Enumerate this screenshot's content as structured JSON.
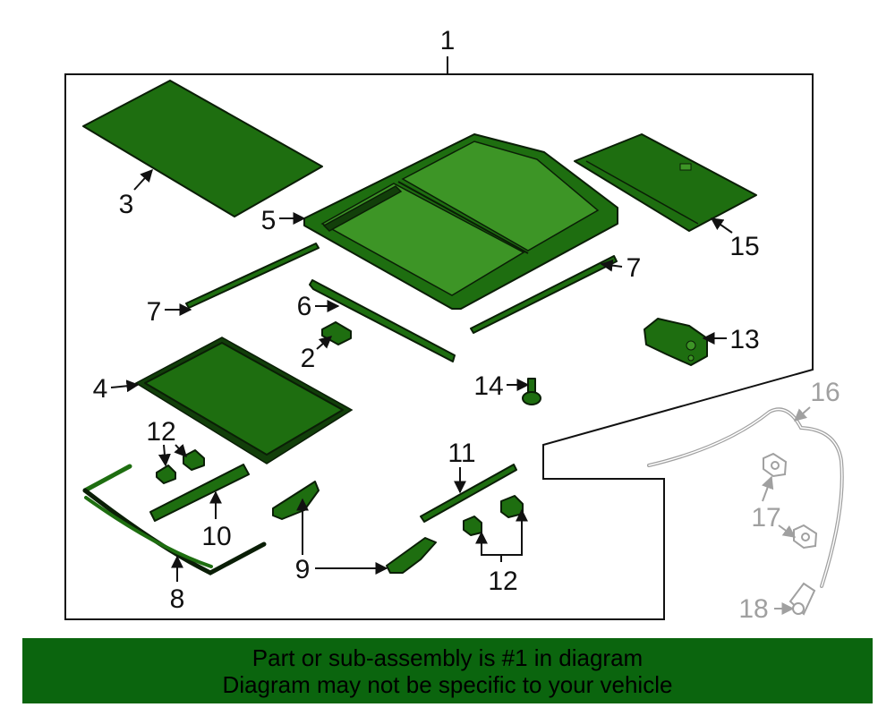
{
  "callouts": {
    "c1": "1",
    "c2": "2",
    "c3": "3",
    "c4": "4",
    "c5": "5",
    "c6": "6",
    "c7a": "7",
    "c7b": "7",
    "c8": "8",
    "c9": "9",
    "c10": "10",
    "c11": "11",
    "c12a": "12",
    "c12b": "12",
    "c13": "13",
    "c14": "14",
    "c15": "15",
    "c16": "16",
    "c17": "17",
    "c18": "18"
  },
  "banner": {
    "line1": "Part or sub-assembly is #1 in diagram",
    "line2": "Diagram may not be specific to your vehicle"
  },
  "colors": {
    "part_green": "#1e6e10",
    "banner_green": "#0b650e",
    "outline": "#111111",
    "non_assembly_gray": "#a0a0a0"
  }
}
